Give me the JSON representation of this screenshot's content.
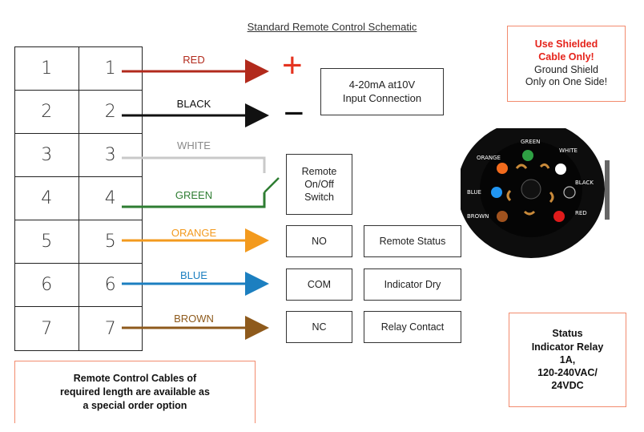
{
  "title": "Standard Remote Control Schematic",
  "terminals": [
    {
      "left": "1",
      "right": "1"
    },
    {
      "left": "2",
      "right": "2"
    },
    {
      "left": "3",
      "right": "3"
    },
    {
      "left": "4",
      "right": "4"
    },
    {
      "left": "5",
      "right": "5"
    },
    {
      "left": "6",
      "right": "6"
    },
    {
      "left": "7",
      "right": "7"
    }
  ],
  "wires": [
    {
      "label": "RED",
      "color": "#b22a1c"
    },
    {
      "label": "BLACK",
      "color": "#111111"
    },
    {
      "label": "WHITE",
      "color": "#c9c9c9"
    },
    {
      "label": "GREEN",
      "color": "#2e7d32"
    },
    {
      "label": "ORANGE",
      "color": "#f39a1e"
    },
    {
      "label": "BLUE",
      "color": "#1c7fc0"
    },
    {
      "label": "BROWN",
      "color": "#8e5a1c"
    }
  ],
  "symbols": {
    "plus": "+",
    "minus": "−",
    "plus_color": "#e53320"
  },
  "input_connection": {
    "line1": "4-20mA at10V",
    "line2": "Input Connection"
  },
  "switch_box": {
    "line1": "Remote",
    "line2": "On/Off",
    "line3": "Switch"
  },
  "relay_terminals": [
    "NO",
    "COM",
    "NC"
  ],
  "relay_desc": [
    "Remote Status",
    "Indicator Dry",
    "Relay Contact"
  ],
  "shield_note": {
    "line1": "Use Shielded",
    "line2": "Cable Only!",
    "line3": "Ground Shield",
    "line4": "Only on One Side!",
    "accent": "#e5231b"
  },
  "status_note": {
    "line1": "Status",
    "line2": "Indicator Relay",
    "line3": "1A,",
    "line4": "120-240VAC/",
    "line5": "24VDC"
  },
  "cables_note": {
    "line1": "Remote Control Cables of",
    "line2": "required length are available as",
    "line3": "a special order option"
  },
  "connector": {
    "pins": [
      {
        "label": "GREEN",
        "color": "#2ea043"
      },
      {
        "label": "WHITE",
        "color": "#ffffff"
      },
      {
        "label": "ORANGE",
        "color": "#f26b1d"
      },
      {
        "label": "BLACK",
        "color": "#111111"
      },
      {
        "label": "BLUE",
        "color": "#2196f3"
      },
      {
        "label": "RED",
        "color": "#e01b1b"
      },
      {
        "label": "BROWN",
        "color": "#a0521e"
      }
    ]
  }
}
